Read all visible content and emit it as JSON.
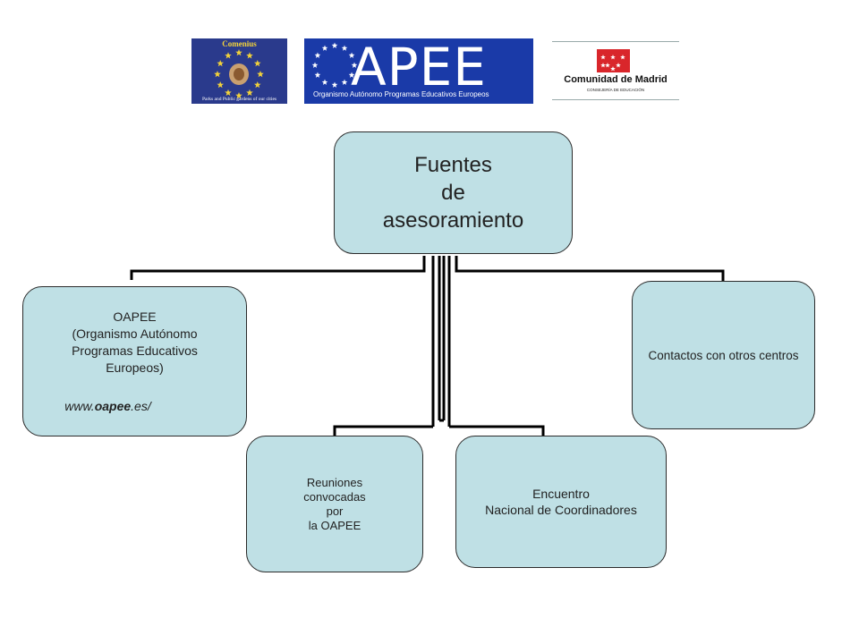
{
  "logos": {
    "comenius": {
      "title": "Comenius",
      "subtitle": "Parks and Public gardens of our cities",
      "star_color": "#f2d23a",
      "bg": "#2a3a8c"
    },
    "oapee": {
      "name": "APEE",
      "tagline": "Organismo Autónomo Programas Educativos Europeos",
      "bg": "#1a3aa8"
    },
    "madrid": {
      "name": "Comunidad de Madrid",
      "department": "CONSEJERÍA DE EDUCACIÓN",
      "flag_color": "#d9262b"
    }
  },
  "diagram": {
    "root": {
      "lines": [
        "Fuentes",
        "de",
        "asesoramiento"
      ]
    },
    "children": {
      "oapee": {
        "lines": [
          "OAPEE",
          "(Organismo Autónomo",
          "Programas Educativos",
          "Europeos)"
        ],
        "url_prefix": "www.",
        "url_bold": "oapee",
        "url_suffix": ".es/"
      },
      "reuniones": {
        "lines": [
          "Reuniones",
          "convocadas",
          "por",
          "la OAPEE"
        ]
      },
      "encuentro": {
        "lines": [
          "Encuentro",
          "Nacional de Coordinadores"
        ]
      },
      "contactos": {
        "lines": [
          "Contactos con otros centros"
        ]
      }
    },
    "colors": {
      "node_fill": "#bfe0e5",
      "node_border": "#2b2b2b",
      "connector": "#000000"
    }
  }
}
